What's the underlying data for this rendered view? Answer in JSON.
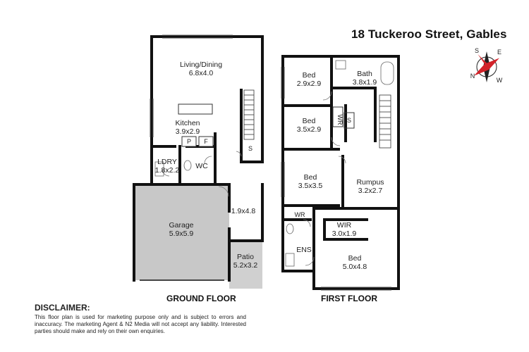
{
  "title": "18 Tuckeroo Street, Gables",
  "compass": {
    "north": "N",
    "east": "E",
    "south": "S",
    "west": "W"
  },
  "ground_floor": {
    "label": "GROUND FLOOR",
    "rooms": [
      {
        "id": "living",
        "name": "Living/Dining",
        "size": "6.8x4.0"
      },
      {
        "id": "kitchen",
        "name": "Kitchen",
        "size": "3.9x2.9"
      },
      {
        "id": "laundry",
        "name": "LDRY",
        "size": "1.8x2.2"
      },
      {
        "id": "wc",
        "name": "WC",
        "size": ""
      },
      {
        "id": "pantry",
        "name": "P",
        "size": ""
      },
      {
        "id": "fridge",
        "name": "F",
        "size": ""
      },
      {
        "id": "storage",
        "name": "S",
        "size": ""
      },
      {
        "id": "garage",
        "name": "Garage",
        "size": "5.9x5.9"
      },
      {
        "id": "entry",
        "name": "1.9x4.8",
        "size": ""
      },
      {
        "id": "patio",
        "name": "Patio",
        "size": "5.2x3.2"
      }
    ]
  },
  "first_floor": {
    "label": "FIRST FLOOR",
    "rooms": [
      {
        "id": "bed1",
        "name": "Bed",
        "size": "2.9x2.9"
      },
      {
        "id": "bath",
        "name": "Bath",
        "size": "3.8x1.9"
      },
      {
        "id": "bed2",
        "name": "Bed",
        "size": "3.5x2.9"
      },
      {
        "id": "wr1",
        "name": "WR",
        "size": ""
      },
      {
        "id": "s1",
        "name": "S",
        "size": ""
      },
      {
        "id": "bed3",
        "name": "Bed",
        "size": "3.5x3.5"
      },
      {
        "id": "rumpus",
        "name": "Rumpus",
        "size": "3.2x2.7"
      },
      {
        "id": "wr2",
        "name": "WR",
        "size": ""
      },
      {
        "id": "wir",
        "name": "WIR",
        "size": "3.0x1.9"
      },
      {
        "id": "ens",
        "name": "ENS",
        "size": ""
      },
      {
        "id": "bed4",
        "name": "Bed",
        "size": "5.0x4.8"
      }
    ]
  },
  "disclaimer": {
    "heading": "DISCLAIMER:",
    "text": "This floor plan is used for marketing purpose only and is subject to errors and inaccuracy. The marketing Agent & N2 Media will not accept any liability. Interested parties should make and rely on their own enquiries."
  },
  "colors": {
    "wall": "#111111",
    "garage_fill": "#c8c8c8",
    "patio_fill": "#d0d0d0",
    "compass_red": "#d2232a"
  }
}
